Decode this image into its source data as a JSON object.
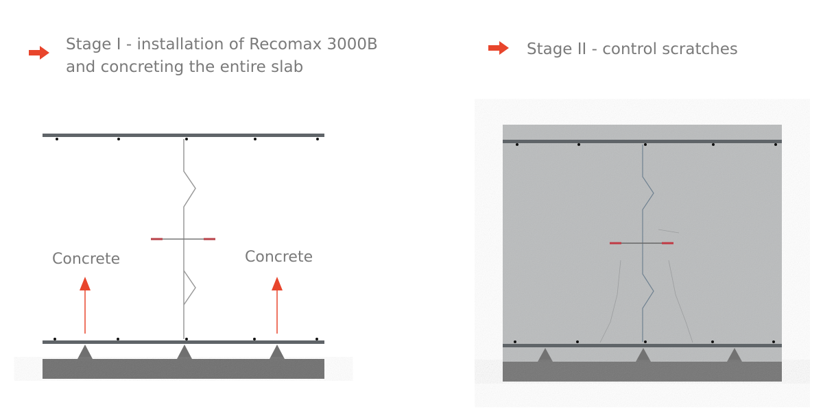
{
  "stage1": {
    "title_line1": "Stage I - installation of Recomax 3000B",
    "title_line2": "and concreting the entire slab",
    "label_left": "Concrete",
    "label_right": "Concrete"
  },
  "stage2": {
    "title": "Stage II - control scratches"
  },
  "colors": {
    "accent": "#e8452c",
    "text": "#7a7a7a",
    "rebar": "#5f6468",
    "slab": "#6e6e6e",
    "concrete": "#babcbd"
  }
}
